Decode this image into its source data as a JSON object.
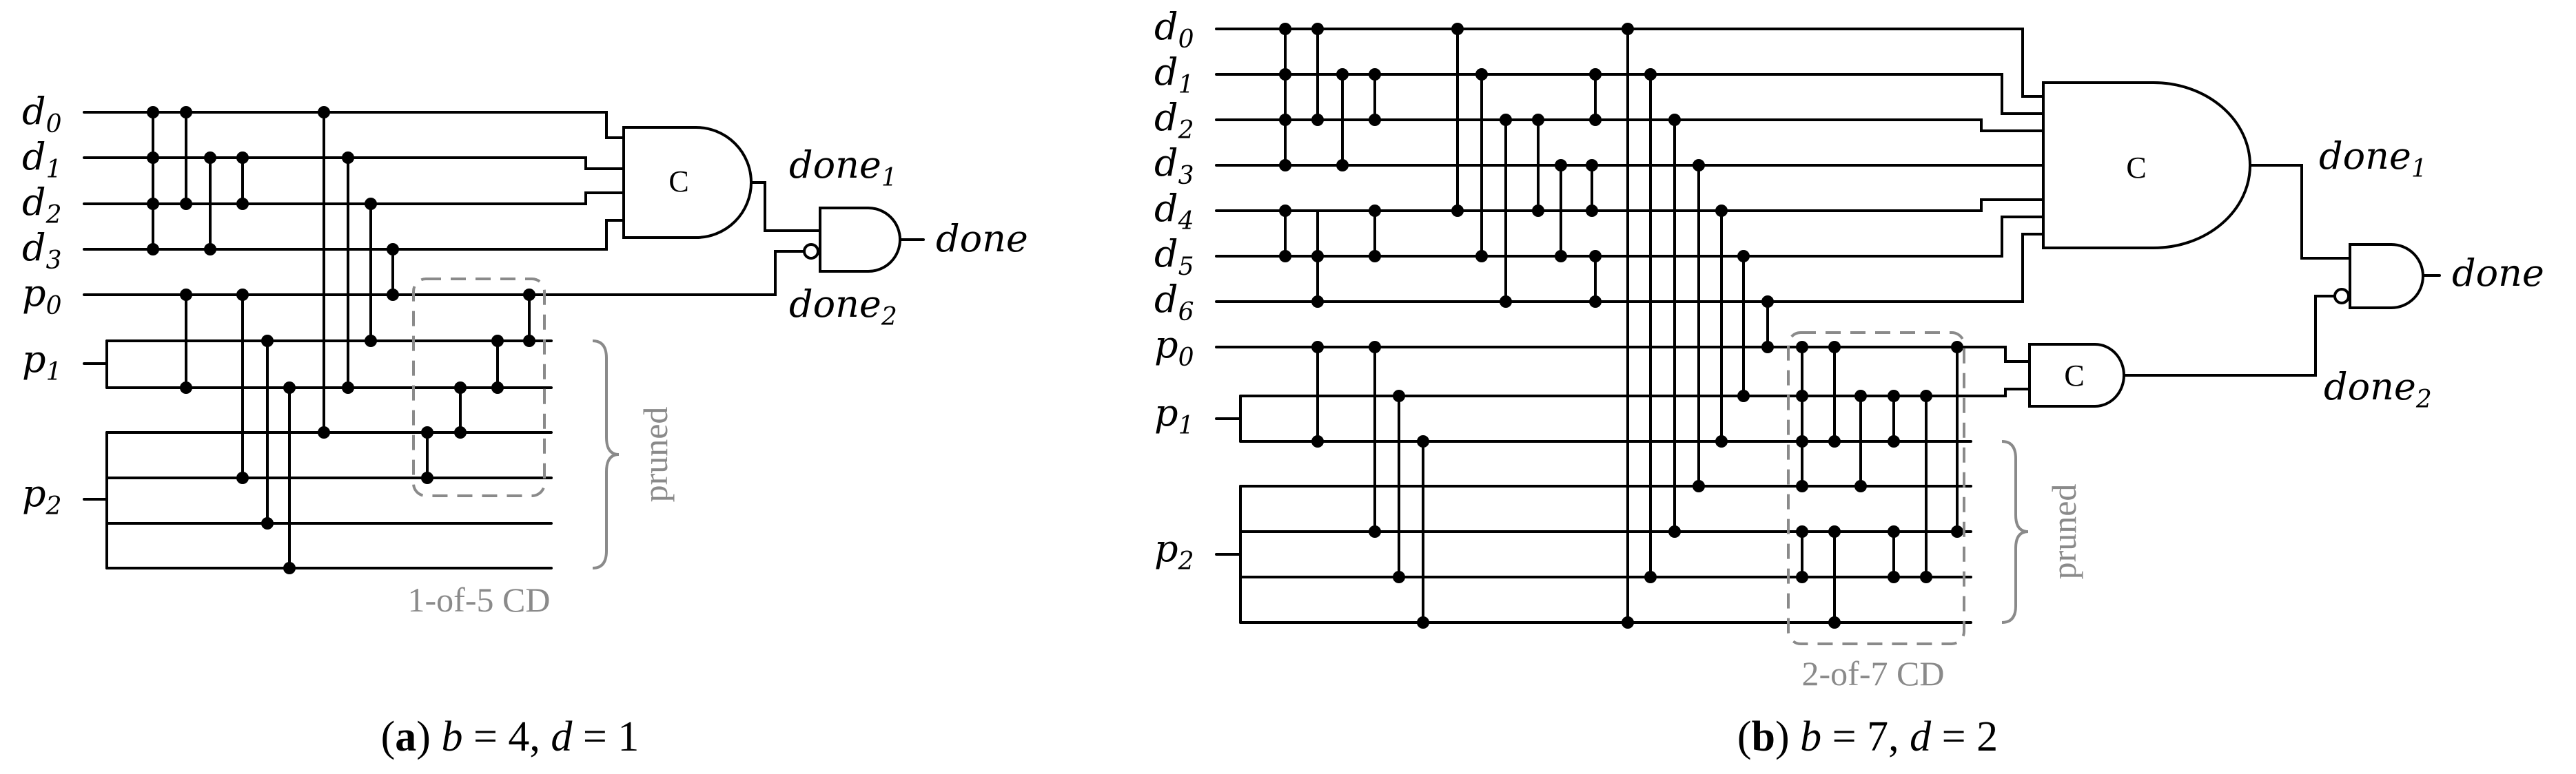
{
  "panel_a": {
    "inputs": [
      {
        "base": "d",
        "sub": "0"
      },
      {
        "base": "d",
        "sub": "1"
      },
      {
        "base": "d",
        "sub": "2"
      },
      {
        "base": "d",
        "sub": "3"
      },
      {
        "base": "p",
        "sub": "0"
      },
      {
        "base": "p",
        "sub": "1"
      },
      {
        "base": "p",
        "sub": "2"
      }
    ],
    "c_gate": "C",
    "done1": {
      "base": "done",
      "sub": "1"
    },
    "done2": {
      "base": "done",
      "sub": "2"
    },
    "done": "done",
    "pruned": "pruned",
    "cd_label": "1-of-5 CD",
    "caption": {
      "letter": "a",
      "eq1_var": "b",
      "eq1_val": " = 4, ",
      "eq2_var": "d",
      "eq2_val": " = 1"
    }
  },
  "panel_b": {
    "inputs": [
      {
        "base": "d",
        "sub": "0"
      },
      {
        "base": "d",
        "sub": "1"
      },
      {
        "base": "d",
        "sub": "2"
      },
      {
        "base": "d",
        "sub": "3"
      },
      {
        "base": "d",
        "sub": "4"
      },
      {
        "base": "d",
        "sub": "5"
      },
      {
        "base": "d",
        "sub": "6"
      },
      {
        "base": "p",
        "sub": "0"
      },
      {
        "base": "p",
        "sub": "1"
      },
      {
        "base": "p",
        "sub": "2"
      }
    ],
    "c_gate_big": "C",
    "c_gate_small": "C",
    "done1": {
      "base": "done",
      "sub": "1"
    },
    "done2": {
      "base": "done",
      "sub": "2"
    },
    "done": "done",
    "pruned": "pruned",
    "cd_label": "2-of-7 CD",
    "caption": {
      "letter": "b",
      "eq1_var": "b",
      "eq1_val": " = 7, ",
      "eq2_var": "d",
      "eq2_val": " = 2"
    }
  }
}
